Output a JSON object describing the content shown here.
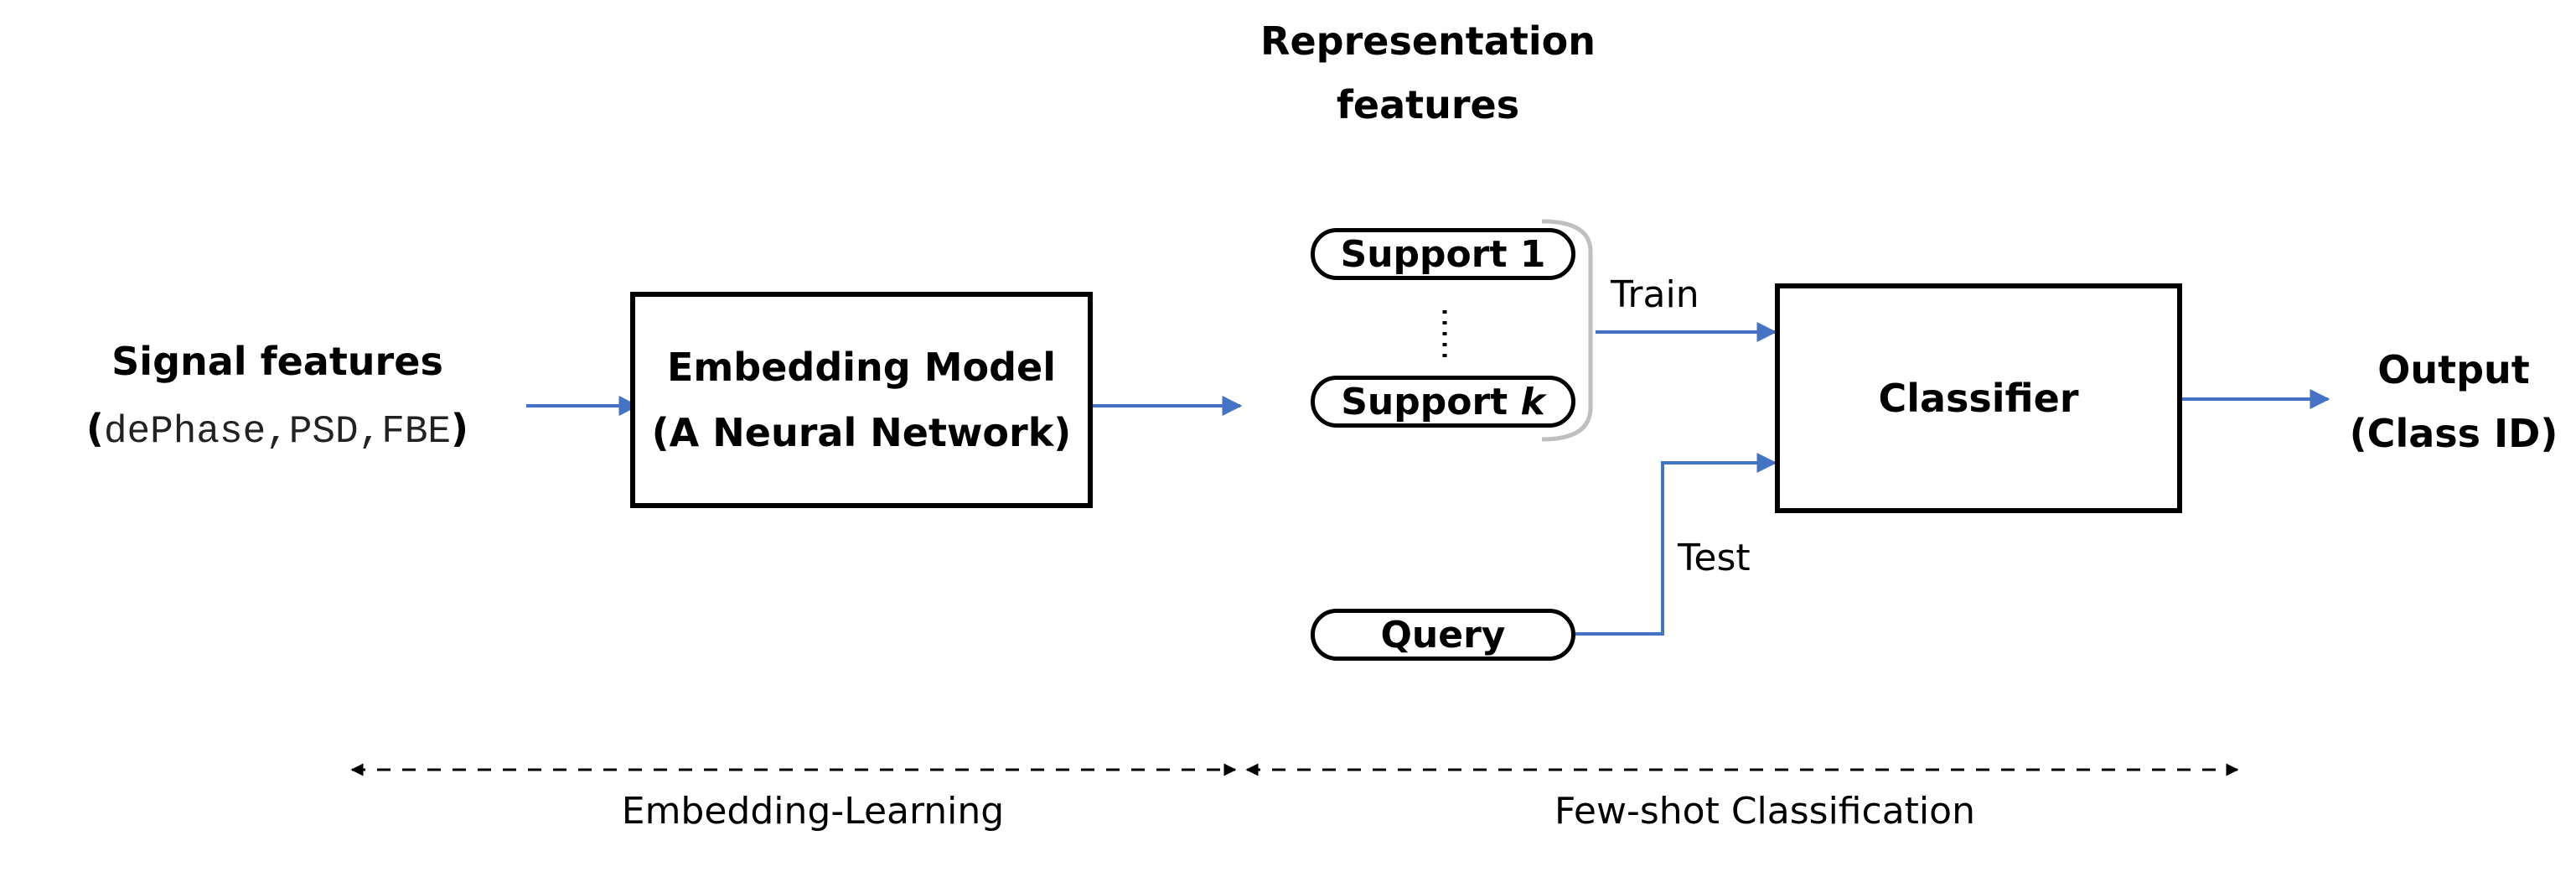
{
  "input": {
    "title": "Signal features",
    "open_paren": "(",
    "features": [
      "dePhase",
      "PSD",
      "FBE"
    ],
    "separator": ",",
    "close_paren": ")"
  },
  "embedding_model": {
    "line1": "Embedding Model",
    "line2": "(A Neural Network)"
  },
  "representation": {
    "title_line1": "Representation",
    "title_line2": "features",
    "support_first": "Support 1",
    "support_last_prefix": "Support ",
    "support_last_var": "k",
    "query": "Query"
  },
  "edges": {
    "train": "Train",
    "test": "Test"
  },
  "classifier": {
    "label": "Classifier"
  },
  "output": {
    "line1": "Output",
    "line2": "(Class ID)"
  },
  "phases": {
    "left": "Embedding-Learning",
    "right": "Few-shot Classification"
  },
  "colors": {
    "arrow": "#4472C4",
    "stroke": "#000000",
    "bracket": "#bfbfbf"
  }
}
